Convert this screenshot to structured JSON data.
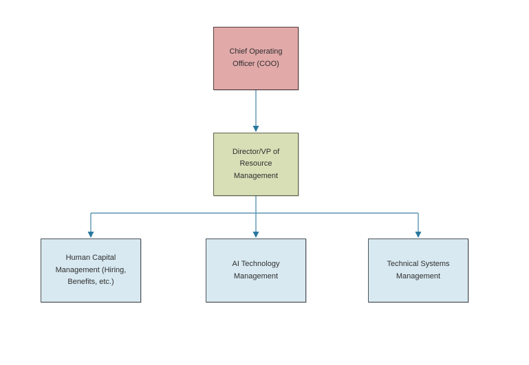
{
  "diagram": {
    "type": "org-chart",
    "nodes": [
      {
        "id": "coo",
        "label": "Chief Operating Officer (COO)"
      },
      {
        "id": "director",
        "label": "Director/VP of Resource Management"
      },
      {
        "id": "hcm",
        "label": "Human Capital Management (Hiring, Benefits, etc.)"
      },
      {
        "id": "ai",
        "label": "AI Technology Management"
      },
      {
        "id": "tsm",
        "label": "Technical Systems Management"
      }
    ],
    "edges": [
      {
        "from": "coo",
        "to": "director"
      },
      {
        "from": "director",
        "to": "hcm"
      },
      {
        "from": "director",
        "to": "ai"
      },
      {
        "from": "director",
        "to": "tsm"
      }
    ]
  },
  "colors": {
    "background": "#ffffff",
    "connector_line": "#5b94b2",
    "arrowhead": "#28789e",
    "coo_fill": "#e2a9a9",
    "coo_border": "#543c3c",
    "director_fill": "#d8dfb6",
    "director_border": "#5f6347",
    "dept_fill": "#d8e9f1",
    "dept_border": "#4b5257",
    "text": "#2e2e2e"
  }
}
